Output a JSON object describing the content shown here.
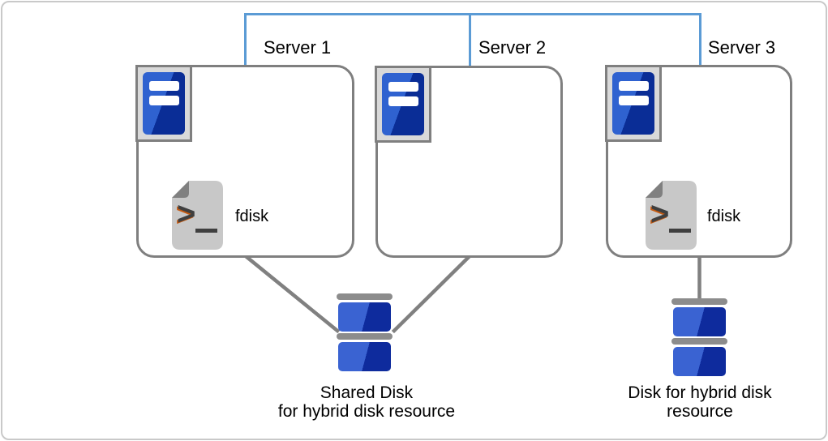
{
  "servers": [
    {
      "label": "Server 1",
      "script": "fdisk"
    },
    {
      "label": "Server 2"
    },
    {
      "label": "Server 3",
      "script": "fdisk"
    }
  ],
  "disks": [
    {
      "line1": "Shared Disk",
      "line2": "for hybrid disk resource"
    },
    {
      "line1": "Disk for hybrid disk",
      "line2": "resource"
    }
  ],
  "icons": {
    "server_icon": "blue server tower with two white slots",
    "script_icon": "gray shell-script page with folded corner",
    "disk_icon": "stacked blue disk platters with gray caps",
    "network_line": "blue interconnect joining the three servers",
    "script_glyph": ">"
  },
  "colors": {
    "network-blue": "#5B9BD5",
    "box-border": "#7F7F7F",
    "line-gray": "#808080",
    "icon-bg": "#D9D9D9",
    "server-blue-light": "#2F62D0",
    "server-blue-dark": "#0A2D96",
    "disk-blue-light": "#3A63D2",
    "disk-blue-dark": "#0E2B9D",
    "disk-cap": "#8C8C8C",
    "script-body": "#C8C8C8",
    "script-fold": "#808080",
    "script-glyph": "#3F3F3F",
    "script-accent": "#C55A11",
    "frame-border": "#C9C9C9",
    "text": "#000000"
  }
}
